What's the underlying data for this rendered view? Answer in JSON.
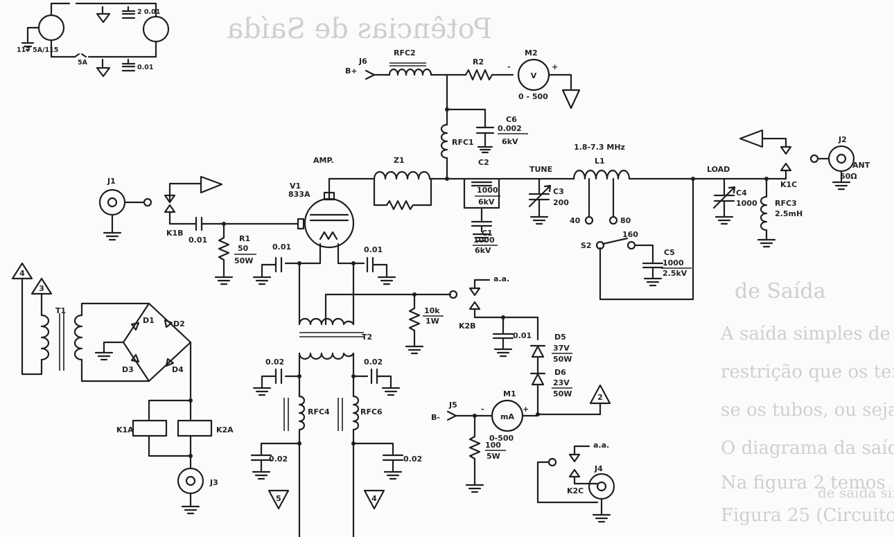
{
  "background_text": [
    "Potências de Saída",
    "de Saída",
    "A saída simples de um",
    "restrição que os terminais,",
    "se os tubos, ou seja,",
    "O diagrama da saída",
    "Na figura 2 temos",
    "Figura 25 (Circuito",
    "de saída simples",
    ""
  ],
  "top_left_fragment": [
    "117 5A/115",
    "5A",
    "2 0.01",
    "0.01"
  ],
  "labels": {
    "hv_plus": "B+",
    "j6": "J6",
    "rfc2": "RFC2",
    "r2": "R2",
    "m2": "M2",
    "m2_symbol": "V",
    "m2_range": "0 - 500",
    "minus": "-",
    "plus": "+",
    "rfc1": "RFC1",
    "c6": "C6",
    "c6_value": "0.002",
    "c6_voltage": "6kV",
    "j1": "J1",
    "k1b": "K1B",
    "c_input": "0.01",
    "r1": "R1",
    "r1_value": "50",
    "r1_power": "50W",
    "v1": "V1",
    "v1_type": "833A",
    "amp": "AMP.",
    "c_filament": "0.01",
    "c_screen": "0.01",
    "z1": "Z1",
    "c2": "C2",
    "c2_value": "1000",
    "c2_voltage": "6kV",
    "c1": "C1",
    "c1_value": "1000",
    "c1_voltage": "6kV",
    "tune": "TUNE",
    "c3": "C3",
    "c3_value": "200",
    "band": "1.8-7.3 MHz",
    "l1": "L1",
    "tap_40": "40",
    "tap_80": "80",
    "tap_160": "160",
    "s2": "S2",
    "c5": "C5",
    "c5_value": "1000",
    "c5_voltage": "2.5kV",
    "load": "LOAD",
    "c4": "C4",
    "c4_value": "1000",
    "rfc3": "RFC3",
    "rfc3_value": "2.5mH",
    "k1c": "K1C",
    "j2": "J2",
    "ant": "ANT",
    "ant_imp": "50Ω",
    "t2": "T2",
    "r_10k": "10k",
    "r_10k_power": "1W",
    "k2b": "K2B",
    "k2b_ref": "a.a.",
    "c_k2b": "0.01",
    "d5": "D5",
    "d5_value": "37V",
    "d5_power": "50W",
    "d6": "D6",
    "d6_value": "23V",
    "d6_power": "50W",
    "c_rfc4_top": "0.02",
    "c_rfc6_top": "0.02",
    "rfc4": "RFC4",
    "rfc6": "RFC6",
    "c_rfc4_bot": "0.02",
    "c_rfc6_bot": "0.02",
    "b_minus": "B-",
    "j5": "J5",
    "r_100": "100",
    "r_100_power": "5W",
    "m1": "M1",
    "m1_symbol": "mA",
    "m1_range": "0-500",
    "k2c": "K2C",
    "k2c_ref": "a.a.",
    "j4": "J4",
    "t1": "T1",
    "d1": "D1",
    "d2": "D2",
    "d3": "D3",
    "d4": "D4",
    "k1a": "K1A",
    "k2a": "K2A",
    "j3": "J3"
  },
  "terminals": {
    "t2": "2",
    "t3": "3",
    "t4a": "4",
    "t4b": "4",
    "t5": "5"
  }
}
